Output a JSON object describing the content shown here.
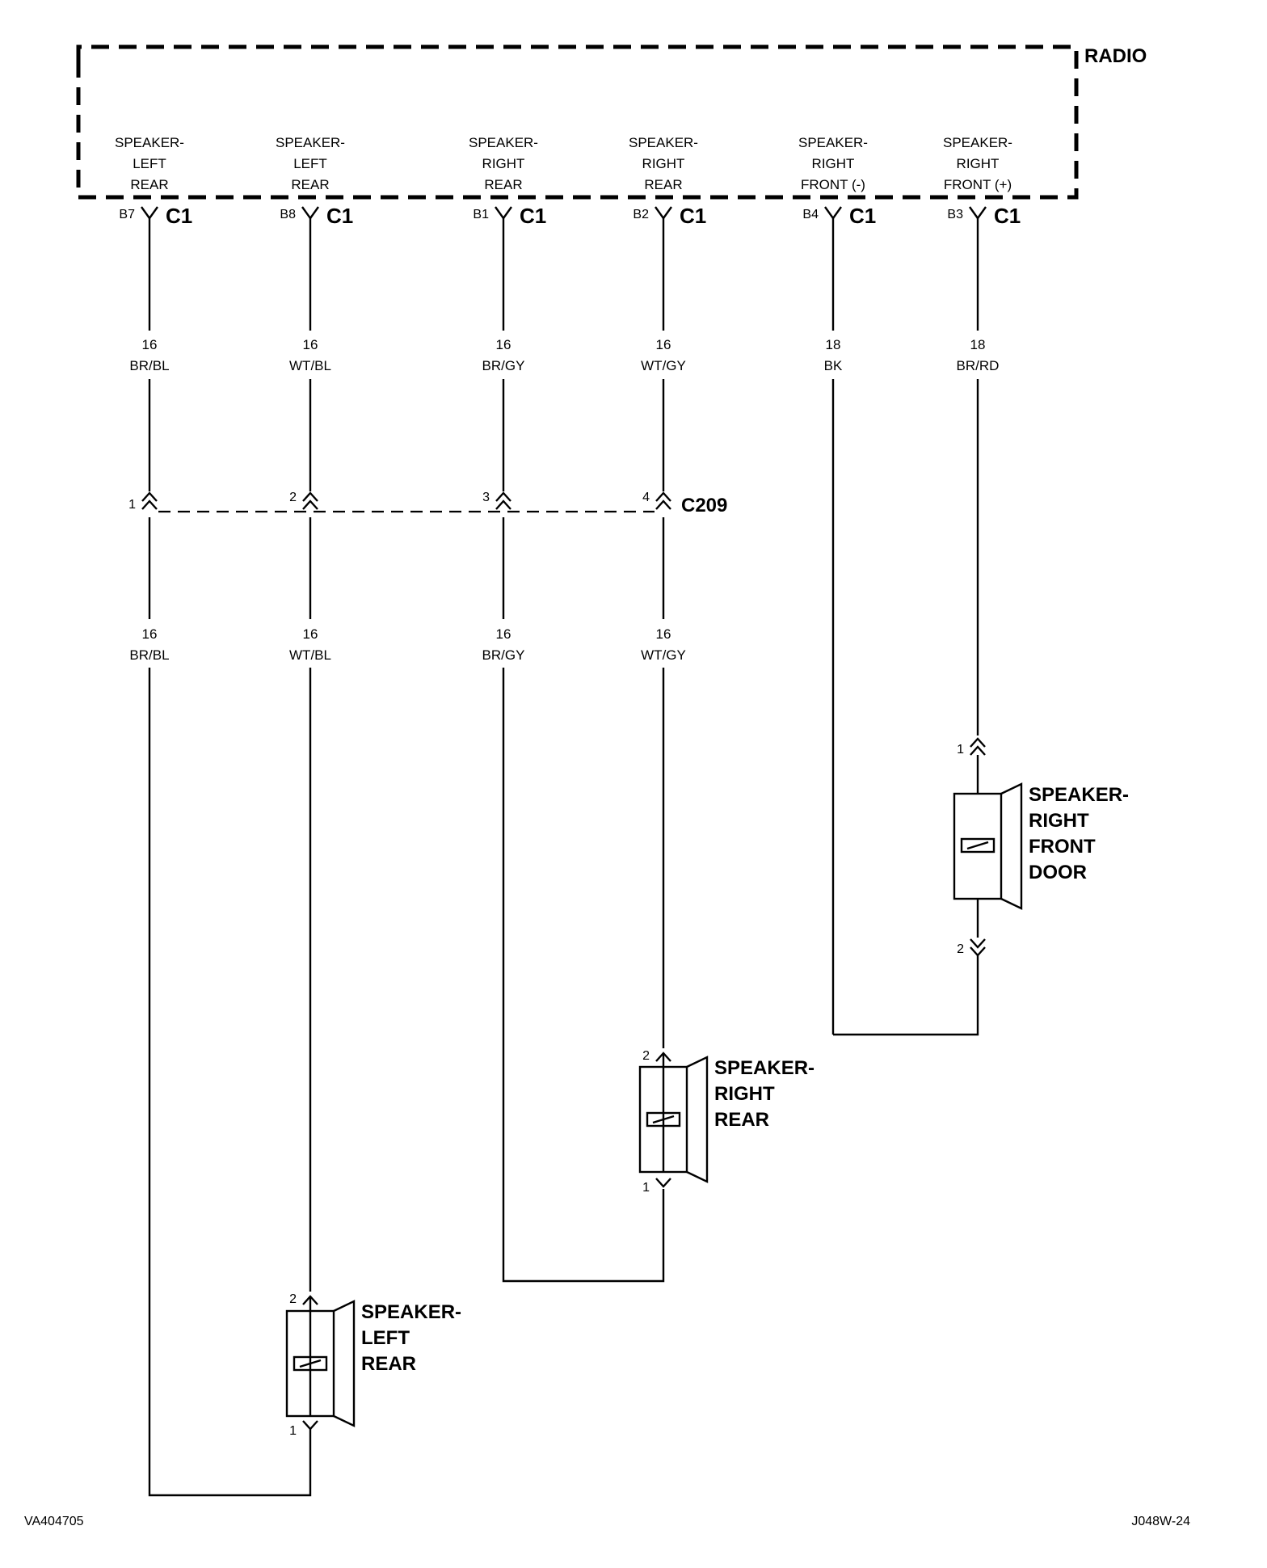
{
  "radio": {
    "label": "RADIO",
    "pins": [
      {
        "l1": "SPEAKER-",
        "l2": "LEFT",
        "l3": "REAR",
        "cavity": "B7",
        "connector": "C1",
        "gauge": "16",
        "color": "BR/BL"
      },
      {
        "l1": "SPEAKER-",
        "l2": "LEFT",
        "l3": "REAR",
        "cavity": "B8",
        "connector": "C1",
        "gauge": "16",
        "color": "WT/BL"
      },
      {
        "l1": "SPEAKER-",
        "l2": "RIGHT",
        "l3": "REAR",
        "cavity": "B1",
        "connector": "C1",
        "gauge": "16",
        "color": "BR/GY"
      },
      {
        "l1": "SPEAKER-",
        "l2": "RIGHT",
        "l3": "REAR",
        "cavity": "B2",
        "connector": "C1",
        "gauge": "16",
        "color": "WT/GY"
      },
      {
        "l1": "SPEAKER-",
        "l2": "RIGHT",
        "l3": "FRONT (-)",
        "cavity": "B4",
        "connector": "C1",
        "gauge": "18",
        "color": "BK"
      },
      {
        "l1": "SPEAKER-",
        "l2": "RIGHT",
        "l3": "FRONT (+)",
        "cavity": "B3",
        "connector": "C1",
        "gauge": "18",
        "color": "BR/RD"
      }
    ]
  },
  "c209": {
    "label": "C209",
    "pins": [
      "1",
      "2",
      "3",
      "4"
    ],
    "downstream": [
      {
        "gauge": "16",
        "color": "BR/BL"
      },
      {
        "gauge": "16",
        "color": "WT/BL"
      },
      {
        "gauge": "16",
        "color": "BR/GY"
      },
      {
        "gauge": "16",
        "color": "WT/GY"
      }
    ]
  },
  "speakers": {
    "front_door": {
      "l1": "SPEAKER-",
      "l2": "RIGHT",
      "l3": "FRONT",
      "l4": "DOOR",
      "pin_top": "1",
      "pin_bottom": "2"
    },
    "right_rear": {
      "l1": "SPEAKER-",
      "l2": "RIGHT",
      "l3": "REAR",
      "pin_top": "2",
      "pin_bottom": "1"
    },
    "left_rear": {
      "l1": "SPEAKER-",
      "l2": "LEFT",
      "l3": "REAR",
      "pin_top": "2",
      "pin_bottom": "1"
    }
  },
  "footer": {
    "left_code": "VA404705",
    "right_code": "J048W-24"
  }
}
